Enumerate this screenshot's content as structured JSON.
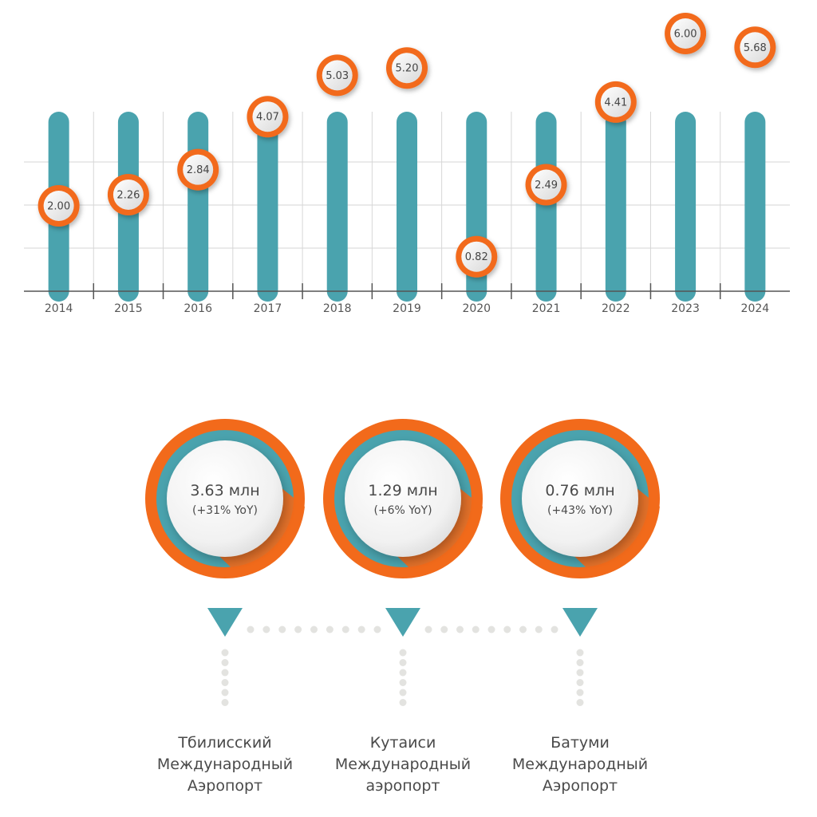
{
  "chart_data": {
    "type": "bar",
    "categories": [
      "2014",
      "2015",
      "2016",
      "2017",
      "2018",
      "2019",
      "2020",
      "2021",
      "2022",
      "2023",
      "2024"
    ],
    "values": [
      2.0,
      2.26,
      2.84,
      4.07,
      5.03,
      5.2,
      0.82,
      2.49,
      4.41,
      6.0,
      5.68
    ],
    "value_labels": [
      "2.00",
      "2.26",
      "2.84",
      "4.07",
      "5.03",
      "5.20",
      "0.82",
      "2.49",
      "4.41",
      "6.00",
      "5.68"
    ],
    "title": "",
    "xlabel": "",
    "ylabel": "",
    "ylim": [
      0,
      7
    ],
    "grid": true,
    "legend": "none"
  },
  "airports": [
    {
      "value": "3.63 млн",
      "change": "(+31% YoY)",
      "name_lines": [
        "Тбилисский",
        "Международный",
        "Аэропорт"
      ]
    },
    {
      "value": "1.29 млн",
      "change": "(+6% YoY)",
      "name_lines": [
        "Кутаиси",
        "Международный",
        "аэропорт"
      ]
    },
    {
      "value": "0.76 млн",
      "change": "(+43% YoY)",
      "name_lines": [
        "Батуми",
        "Международный",
        "Аэропорт"
      ]
    }
  ],
  "colors": {
    "bar": "#4aa3ae",
    "accent": "#f26a1b",
    "grid": "#d6d6d6",
    "text": "#555555",
    "dots": "#e3e3e0"
  }
}
